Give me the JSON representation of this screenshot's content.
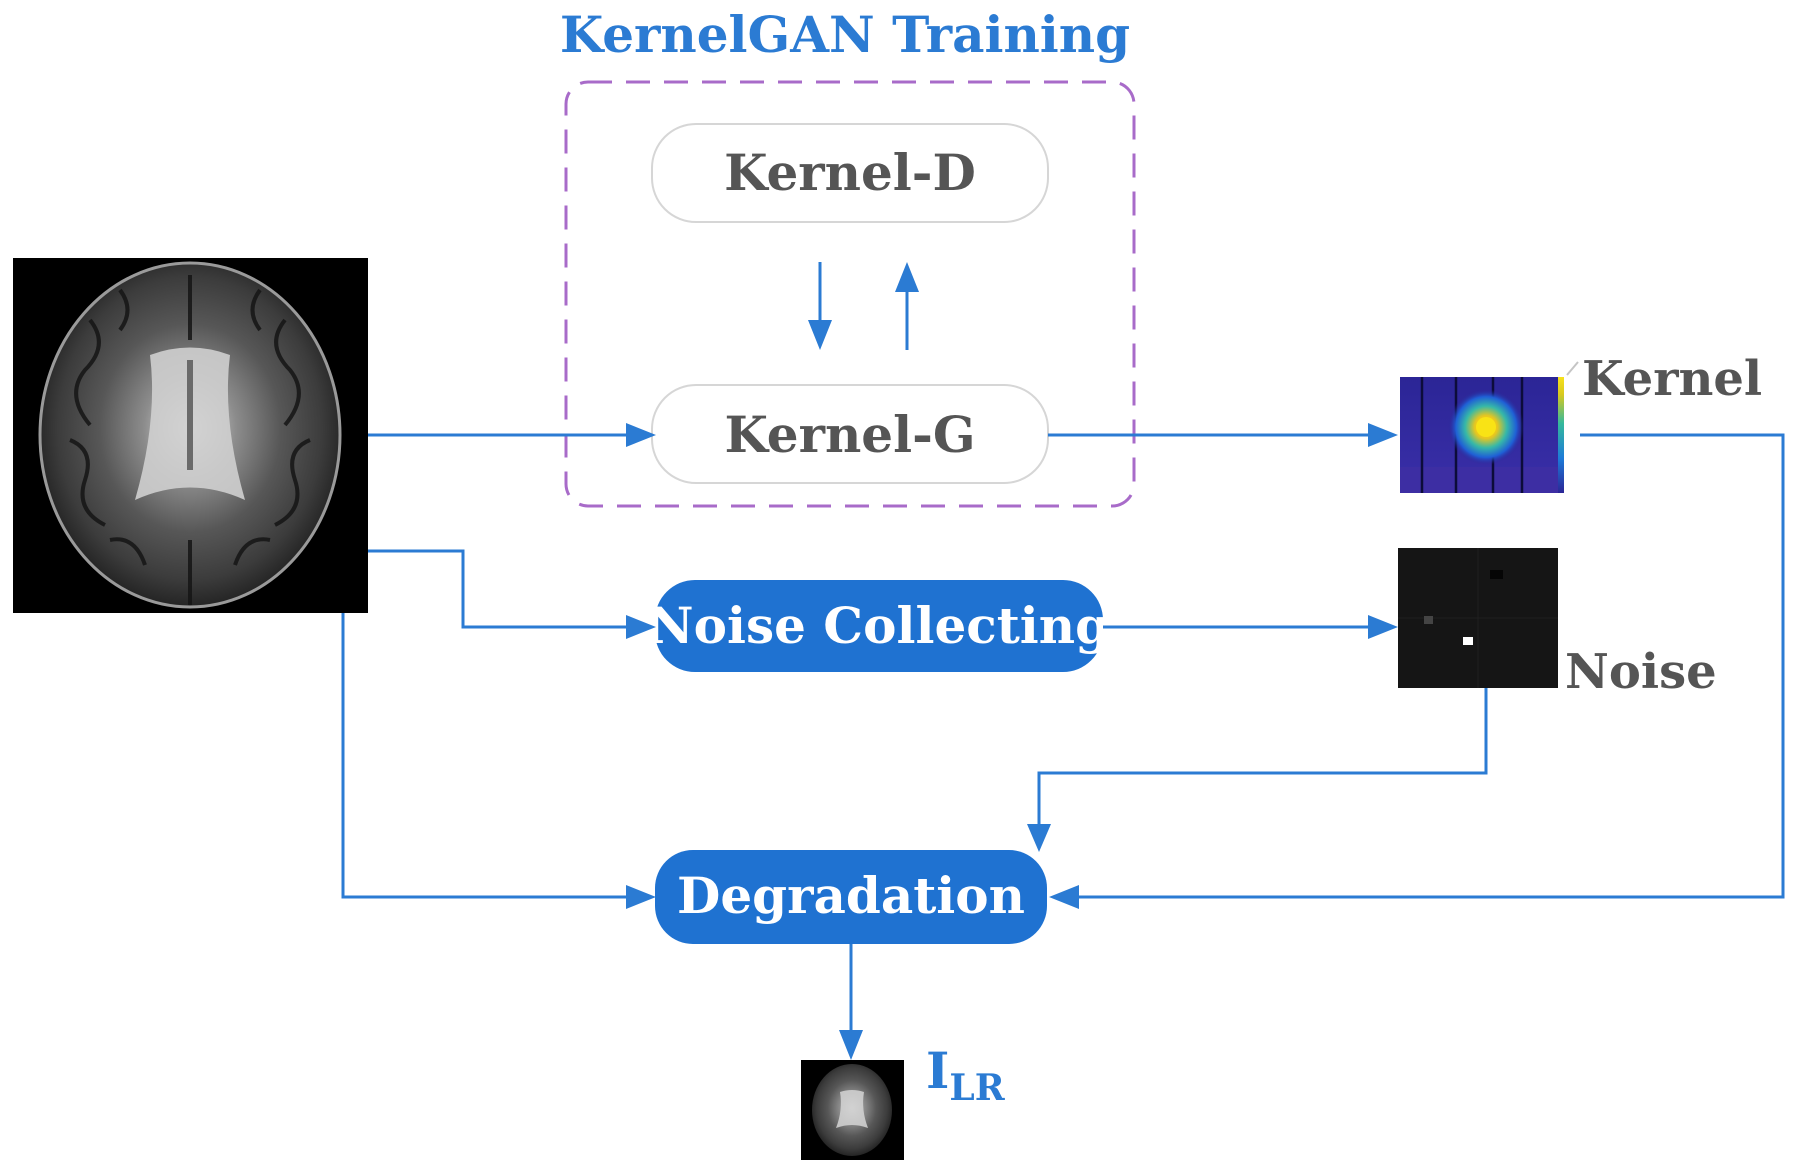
{
  "title": "KernelGAN Training",
  "nodes": {
    "kernel_d": "Kernel-D",
    "kernel_g": "Kernel-G",
    "noise_collecting": "Noise Collecting",
    "degradation": "Degradation"
  },
  "outputs": {
    "kernel": "Kernel",
    "noise": "Noise",
    "ilr_main": "I",
    "ilr_sub": "LR"
  },
  "icons": {
    "input_image": "brain-mri-image",
    "kernel_image": "blur-kernel-heatmap",
    "noise_image": "noise-patch-image",
    "output_image": "low-resolution-brain-image"
  },
  "colors": {
    "accent_blue": "#2b7bd3",
    "box_fill_blue": "#1f72d1",
    "frame_purple": "#a86bc9",
    "label_gray": "#555555"
  }
}
